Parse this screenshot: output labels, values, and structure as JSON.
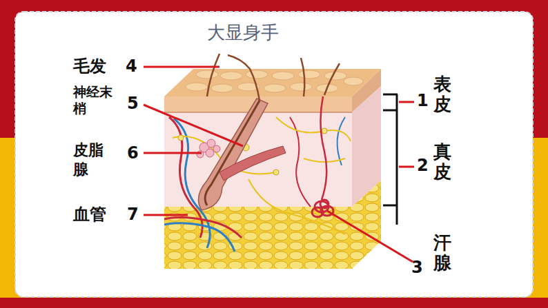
{
  "diagram": {
    "title": "大显身手",
    "labels": [
      "毛发",
      "4",
      "神经末梢",
      "5",
      "皮脂腺",
      "6",
      "血管",
      "7",
      "1",
      "表皮",
      "2",
      "真皮",
      "3",
      "汗腺"
    ]
  }
}
